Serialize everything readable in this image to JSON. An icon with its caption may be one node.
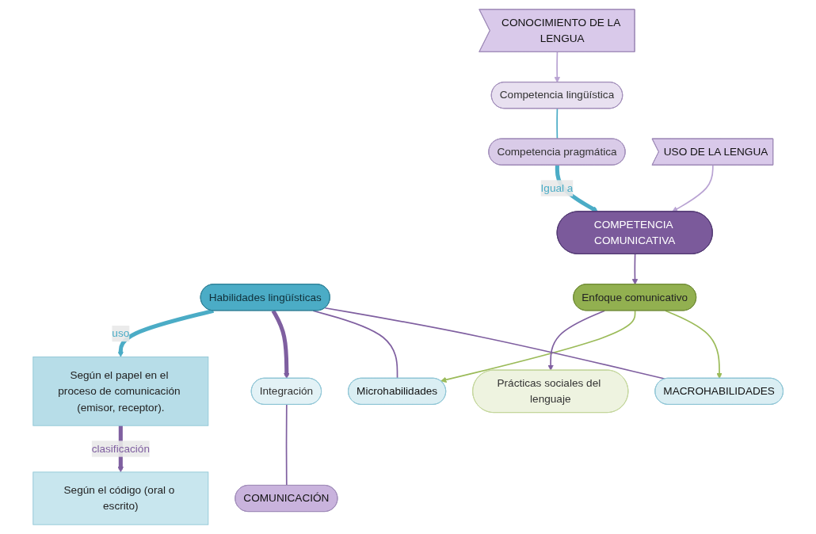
{
  "diagram": {
    "nodes": [
      {
        "text": [
          "Competencia lingüística"
        ]
      },
      {
        "text": [
          "Competencia pragmática"
        ]
      },
      {
        "text": [
          "CONOCIMIENTO DE LA LENGUA"
        ]
      },
      {
        "text": [
          "USO DE LA LENGUA"
        ]
      },
      {
        "text": [
          "COMPETENCIA COMUNICATIVA"
        ]
      },
      {
        "text": [
          "Habilidades lingüísticas"
        ]
      },
      {
        "text": [
          "MACROHABILIDADES"
        ]
      },
      {
        "text": [
          "Microhabilidades"
        ]
      },
      {
        "text": [
          "Enfoque comunicativo"
        ]
      },
      {
        "text": [
          "Integración"
        ]
      },
      {
        "text": [
          "COMUNICACIÓN"
        ]
      },
      {
        "text": [
          "Según el papel en el proceso de comunicación (emisor, receptor)."
        ]
      },
      {
        "text": [
          "Según el código (oral o escrito)"
        ]
      },
      {
        "text": [
          "Prácticas sociales del lenguaje"
        ]
      }
    ],
    "edges": [
      {
        "from": 0,
        "to": 1,
        "arrow": "none",
        "color": "#4bacc6"
      },
      {
        "from": 2,
        "to": 0,
        "arrow": "to",
        "color": "#b9a3d3"
      },
      {
        "from": 3,
        "to": 4,
        "arrow": "to",
        "color": "#b9a3d3"
      },
      {
        "from": 1,
        "to": 4,
        "arrow": "to",
        "label": "Igual a",
        "style": "thick",
        "color": "#4bacc6"
      },
      {
        "from": 4,
        "to": 8,
        "arrow": "to"
      },
      {
        "from": 8,
        "to": 6,
        "arrow": "to",
        "color": "#9bbb59"
      },
      {
        "from": 8,
        "to": 7,
        "arrow": "to",
        "color": "#9bbb59"
      },
      {
        "from": 8,
        "to": 13,
        "arrow": "to"
      },
      {
        "from": 5,
        "to": 6,
        "arrow": "none"
      },
      {
        "from": 5,
        "to": 7,
        "arrow": "none"
      },
      {
        "from": 5,
        "to": 9,
        "arrow": "to",
        "style": "thick"
      },
      {
        "from": 9,
        "to": 10,
        "arrow": "none"
      },
      {
        "from": 5,
        "to": 11,
        "arrow": "to",
        "label": "uso",
        "style": "thick",
        "color": "#4bacc6"
      },
      {
        "from": 11,
        "to": 12,
        "arrow": "to",
        "label": "clasificación",
        "style": "thick"
      }
    ]
  }
}
